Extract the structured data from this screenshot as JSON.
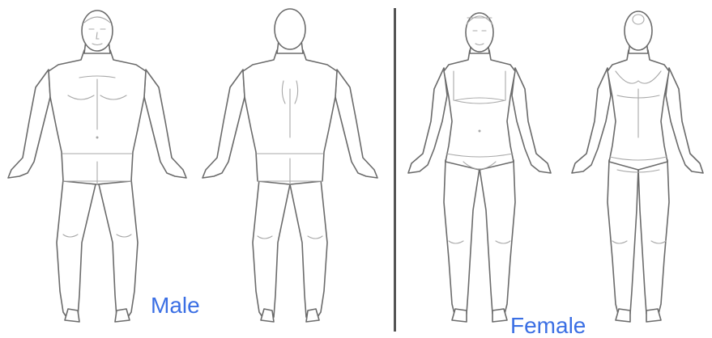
{
  "labels": {
    "male": "Male",
    "female": "Female"
  },
  "colors": {
    "label": "#3b6fe4",
    "outline": "#6b6b6b",
    "detail": "#a8a8a8",
    "divider": "#555555",
    "background": "#ffffff"
  },
  "figures": [
    {
      "id": "male-front",
      "sex": "male",
      "view": "front"
    },
    {
      "id": "male-back",
      "sex": "male",
      "view": "back"
    },
    {
      "id": "female-front",
      "sex": "female",
      "view": "front"
    },
    {
      "id": "female-back",
      "sex": "female",
      "view": "back"
    }
  ]
}
